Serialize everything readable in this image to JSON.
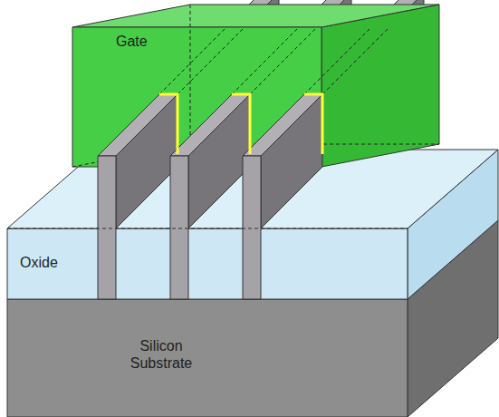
{
  "diagram": {
    "labels": [
      "Gate",
      "Oxide",
      "Silicon Substrate"
    ]
  }
}
